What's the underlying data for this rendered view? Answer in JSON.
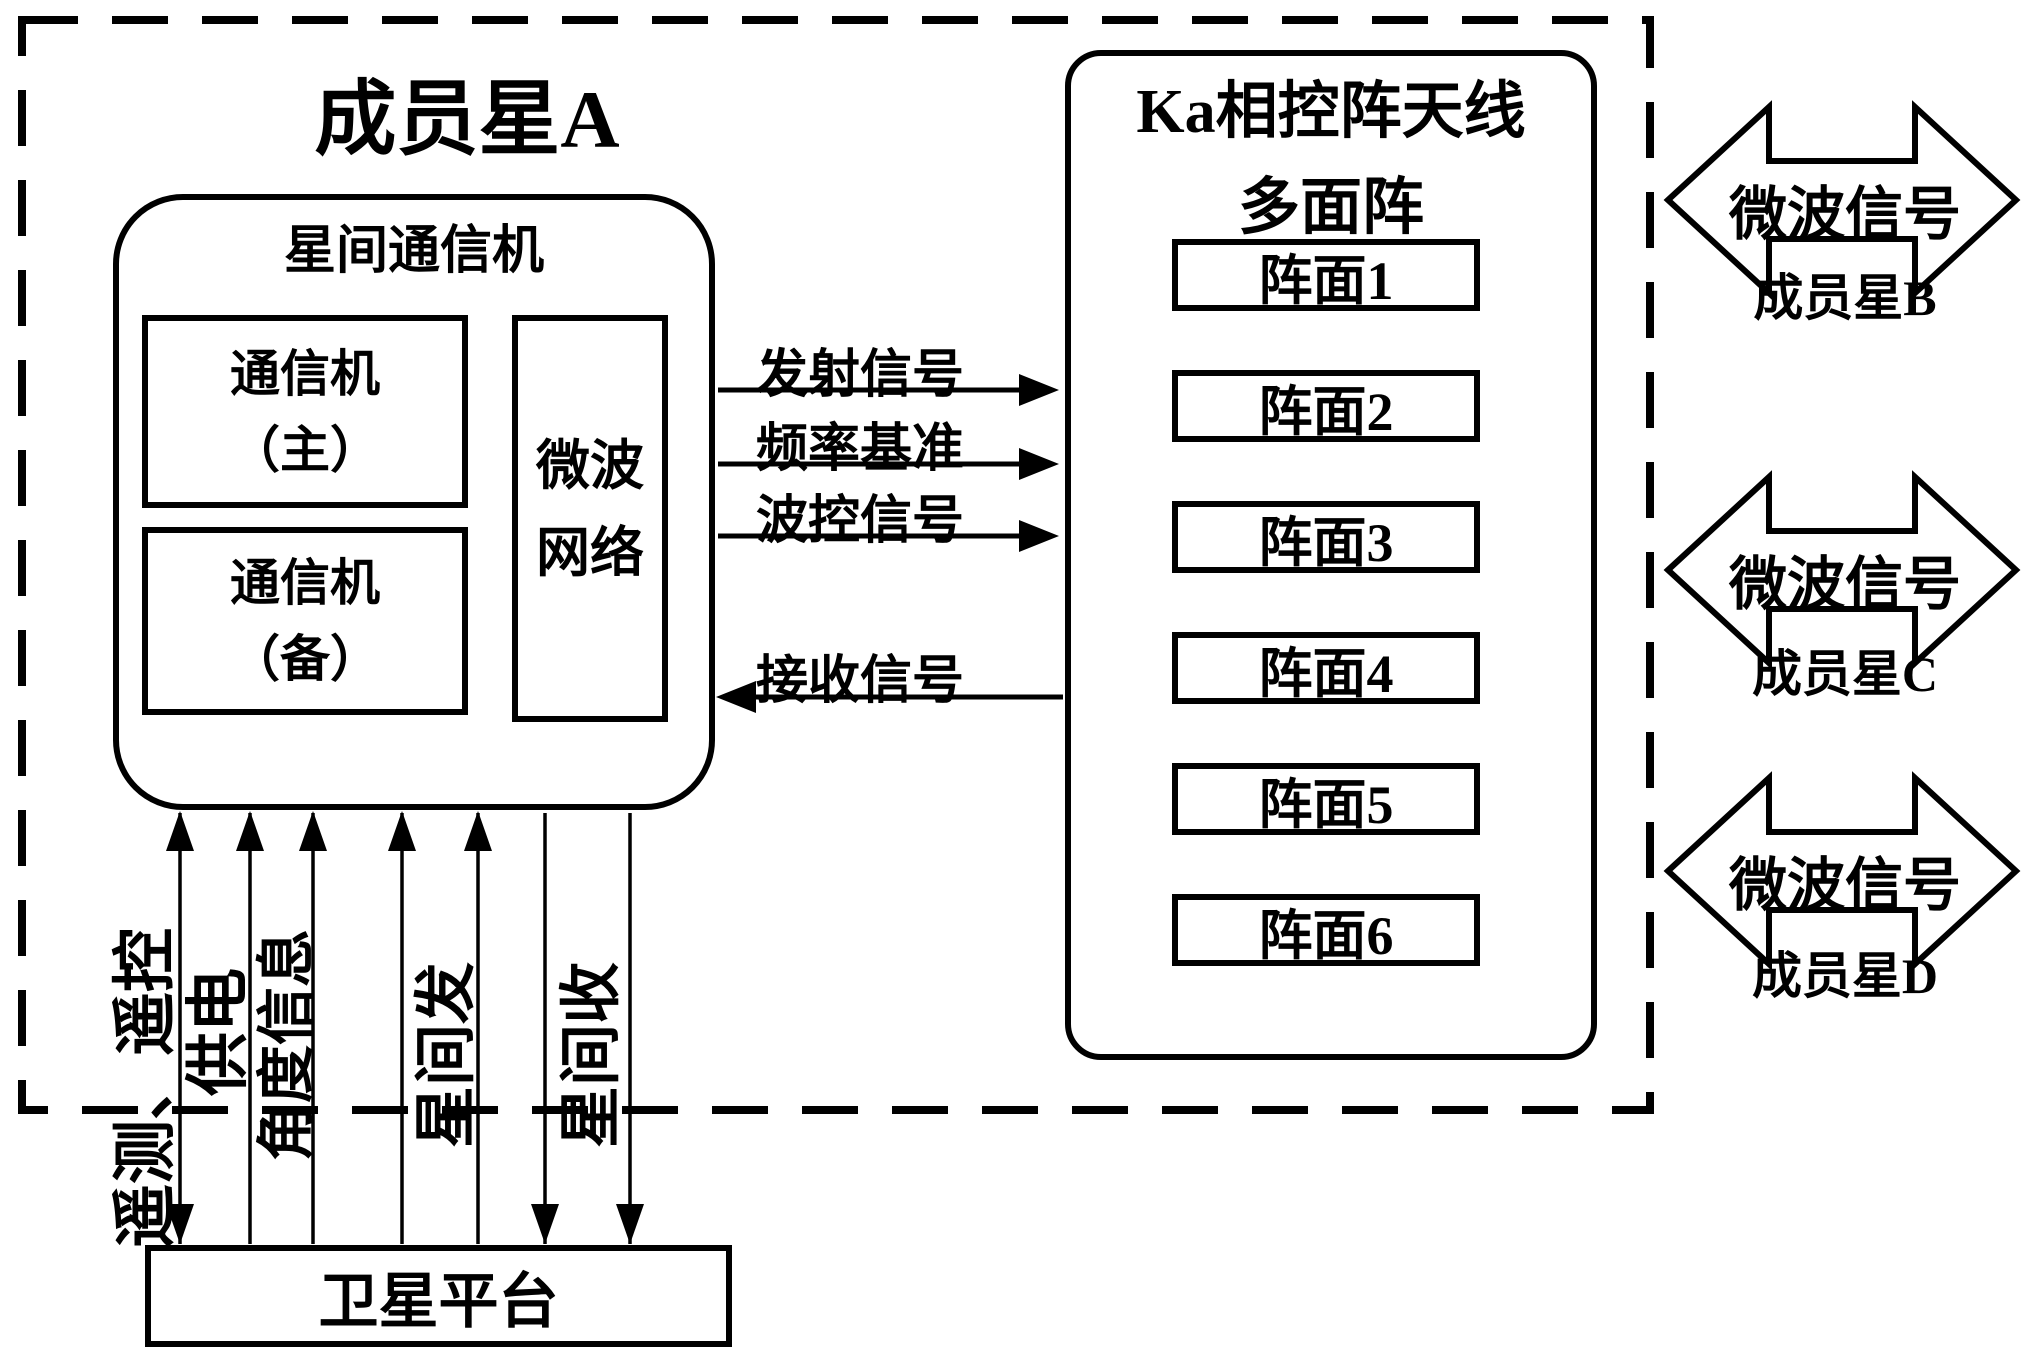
{
  "member_satellite_a": {
    "title": "成员星A",
    "communicator": {
      "label": "星间通信机",
      "main": {
        "line1": "通信机",
        "line2": "（主）"
      },
      "backup": {
        "line1": "通信机",
        "line2": "（备）"
      },
      "microwave_network": {
        "line1": "微波",
        "line2": "网络"
      }
    },
    "ka_antenna": {
      "title_line1": "Ka相控阵天线",
      "title_line2": "多面阵",
      "panels": [
        {
          "label": "阵面1"
        },
        {
          "label": "阵面2"
        },
        {
          "label": "阵面3"
        },
        {
          "label": "阵面4"
        },
        {
          "label": "阵面5"
        },
        {
          "label": "阵面6"
        }
      ]
    },
    "signals_to_antenna": [
      {
        "label": "发射信号",
        "direction": "right"
      },
      {
        "label": "频率基准",
        "direction": "right"
      },
      {
        "label": "波控信号",
        "direction": "right"
      }
    ],
    "signal_from_antenna": {
      "label": "接收信号",
      "direction": "left"
    },
    "platform": {
      "label": "卫星平台"
    },
    "platform_links": [
      {
        "label": "遥测、遥控",
        "direction": "both"
      },
      {
        "label": "供电",
        "direction": "up"
      },
      {
        "label": "角度信息",
        "direction": "up"
      },
      {
        "label": "星间发",
        "direction": "up"
      },
      {
        "label": "星间收",
        "direction": "down"
      }
    ]
  },
  "external_links": [
    {
      "signal": "微波信号",
      "satellite": "成员星B"
    },
    {
      "signal": "微波信号",
      "satellite": "成员星C"
    },
    {
      "signal": "微波信号",
      "satellite": "成员星D"
    }
  ],
  "colors": {
    "ink": "#000000",
    "background": "#ffffff"
  }
}
